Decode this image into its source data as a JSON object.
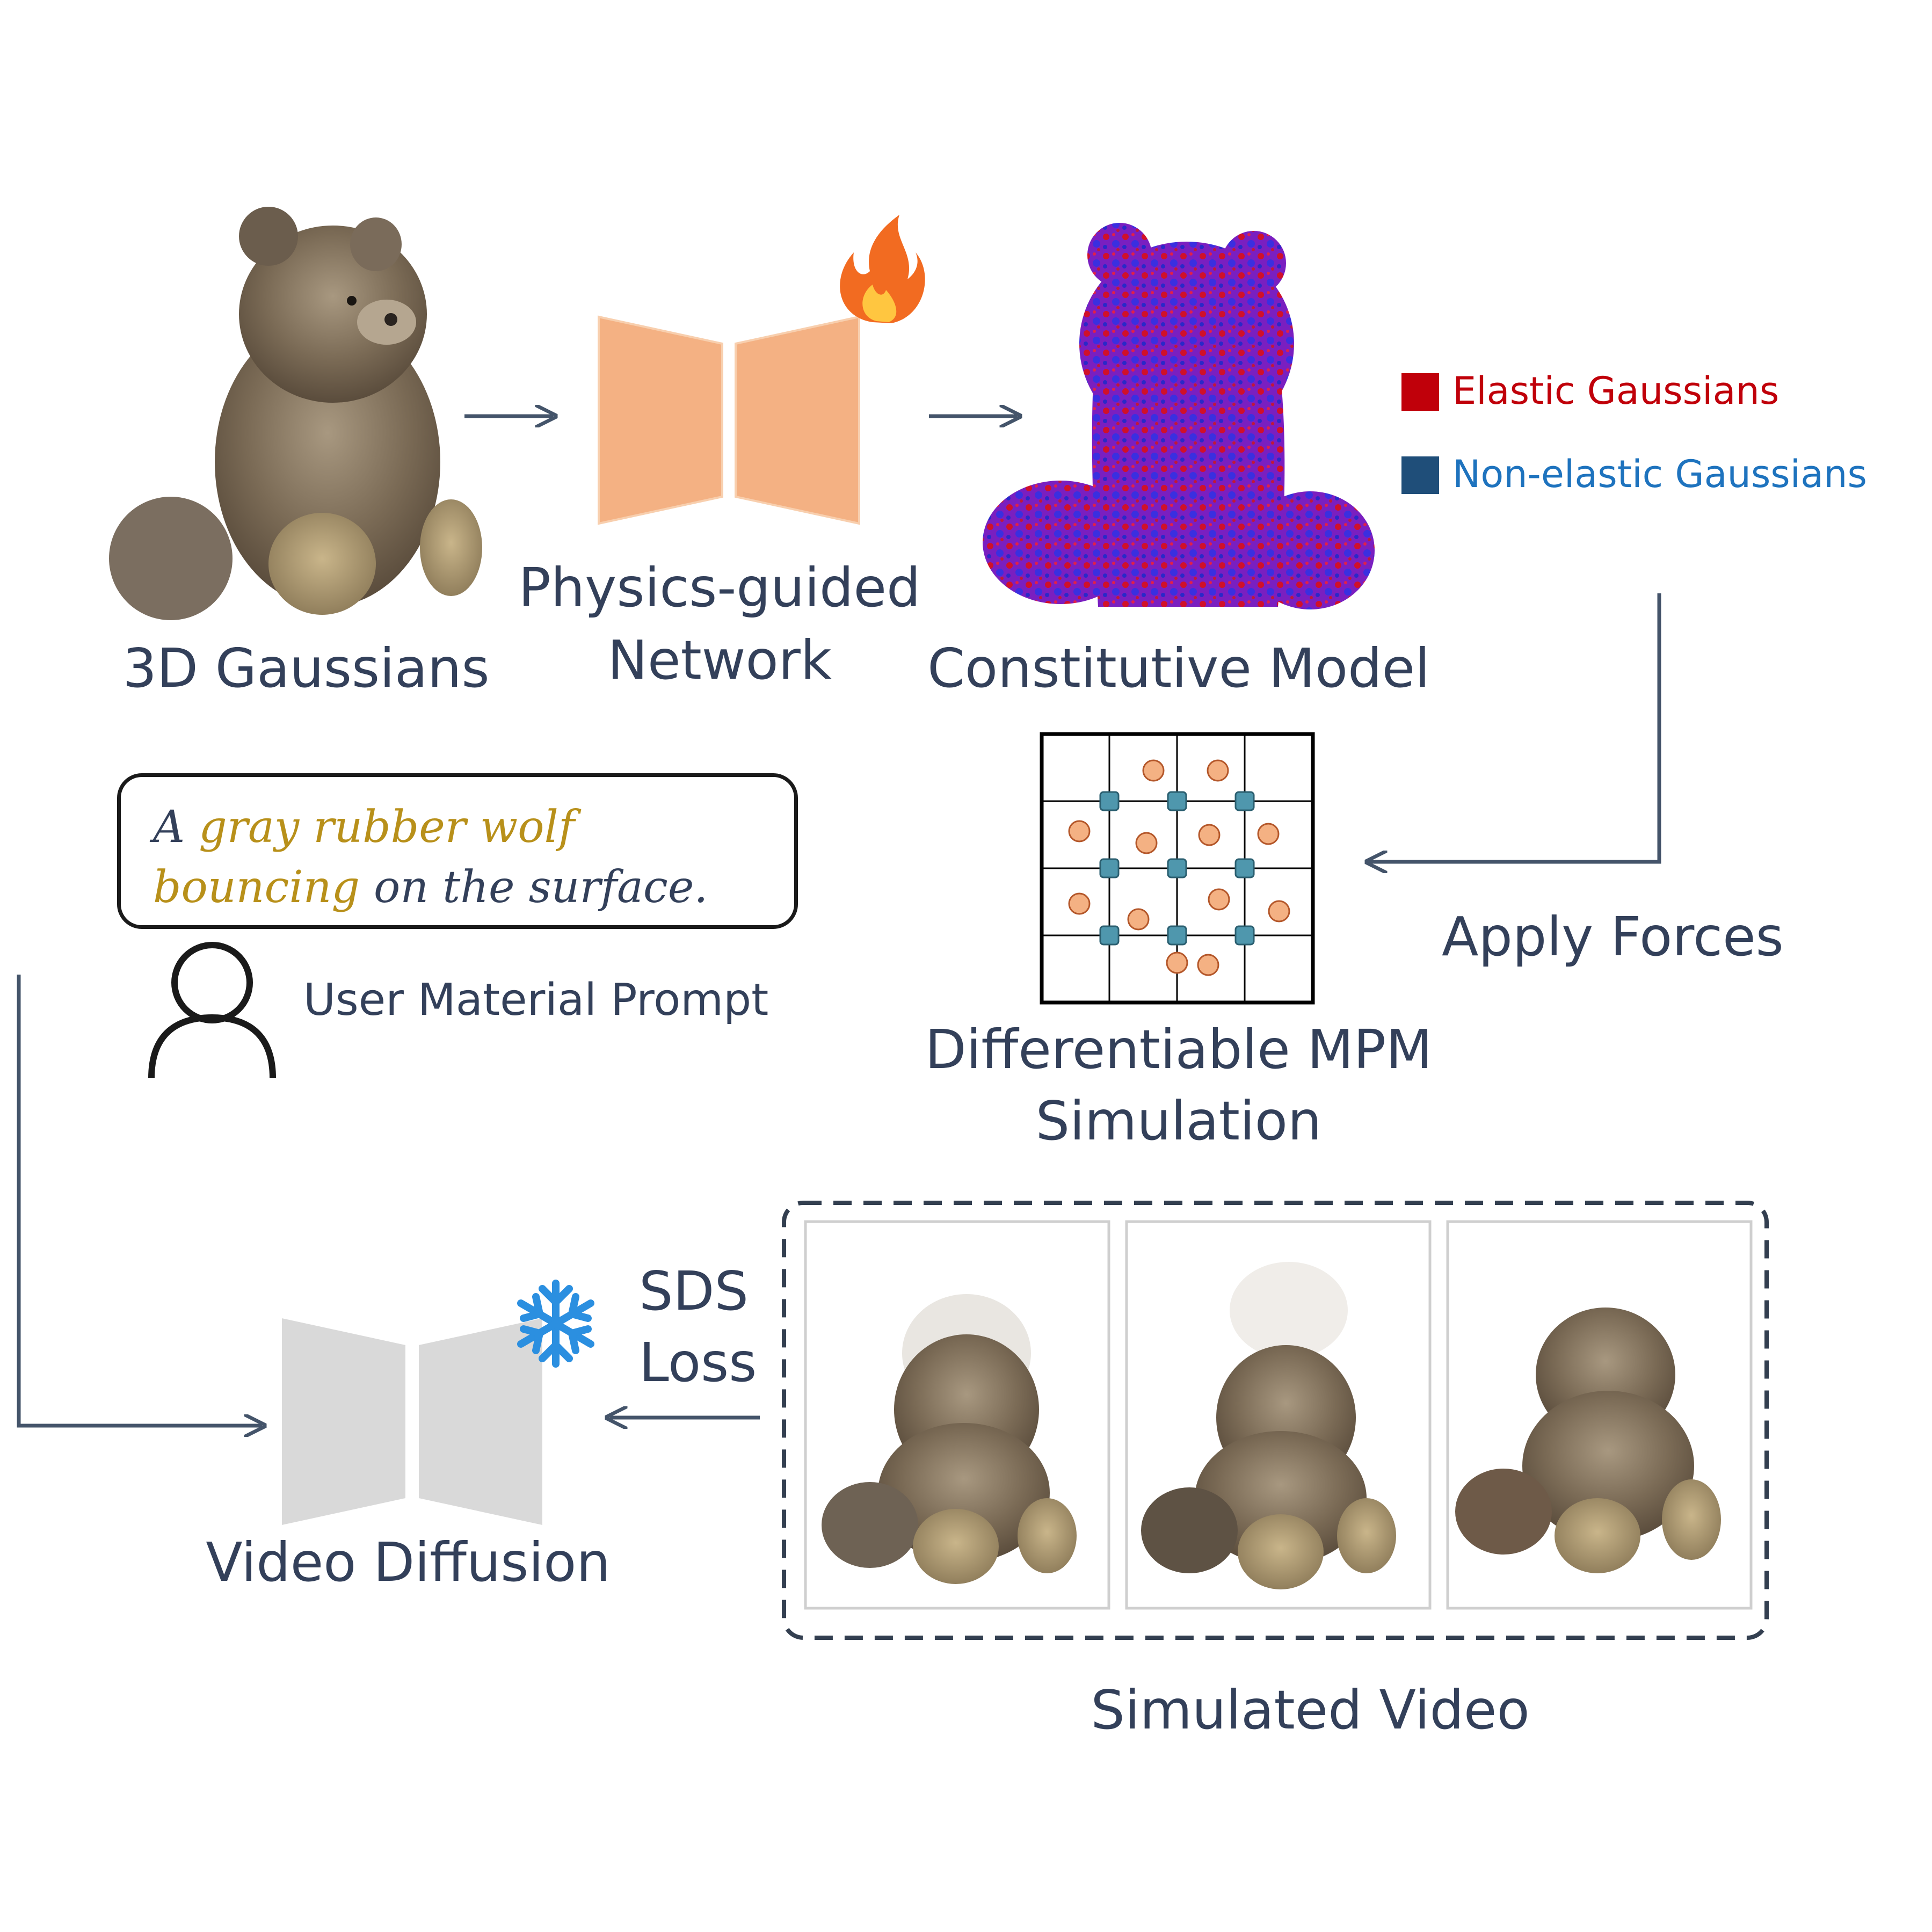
{
  "labels": {
    "gaussians": "3D Gaussians",
    "network_line1": "Physics-guided",
    "network_line2": "Network",
    "constitutive": "Constitutive Model",
    "mpm_line1": "Differentiable MPM",
    "mpm_line2": "Simulation",
    "apply_forces": "Apply Forces",
    "sds_line1": "SDS",
    "sds_line2": "Loss",
    "video_diffusion": "Video Diffusion",
    "simulated_video": "Simulated Video",
    "user_prompt": "User Material Prompt"
  },
  "legend": [
    {
      "label": "Elastic Gaussians",
      "color": "#c0000a"
    },
    {
      "label": "Non-elastic Gaussians",
      "color": "#1f4e79"
    }
  ],
  "prompt": {
    "prefix": "A ",
    "highlight": "gray rubber wolf bouncing",
    "suffix": " on the surface."
  },
  "colors": {
    "arrow": "#44546a",
    "network_fill": "#f4b183",
    "diffusion_fill": "#d9d9d9",
    "particle_fill": "#f4b183",
    "node_fill": "#4f97ad",
    "elastic": "#c0000a",
    "nonelastic": "#1f4e79",
    "highlight_text": "#b8901a"
  },
  "icons": {
    "trainable": "fire-icon",
    "frozen": "snowflake-icon",
    "user": "user-icon"
  }
}
